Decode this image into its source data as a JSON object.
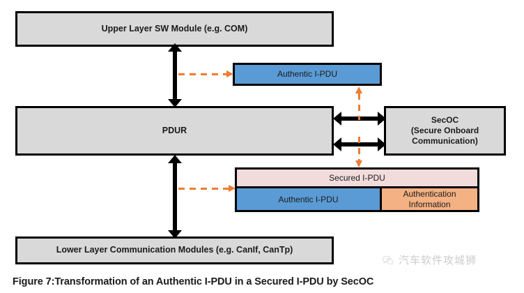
{
  "figure": {
    "caption": "Figure 7:Transformation of an Authentic I-PDU in a Secured I-PDU by SecOC",
    "watermark_text": "汽车软件攻城狮"
  },
  "colors": {
    "module_fill": "#d9d9d9",
    "authentic_blue": "#5b9bd5",
    "secured_pink": "#f2dcdb",
    "auth_info_orange": "#f4b183",
    "arrow_black": "#000000",
    "arrow_orange": "#ED7D31"
  },
  "modules": {
    "upper_layer": "Upper Layer SW Module (e.g. COM)",
    "pdur": "PDUR",
    "lower_layer": "Lower Layer Communication Modules (e.g. CanIf, CanTp)",
    "secoc": "SecOC\n(Secure Onboard\nCommunication)",
    "secoc_line1": "SecOC",
    "secoc_line2": "(Secure Onboard",
    "secoc_line3": "Communication)"
  },
  "pdus": {
    "authentic_top": "Authentic I-PDU",
    "secured_header": "Secured I-PDU",
    "secured_authentic": "Authentic I-PDU",
    "auth_info_line1": "Authentication",
    "auth_info_line2": "Information"
  },
  "arrows": {
    "upper_pdur": "bidirectional-vertical",
    "pdur_lower": "bidirectional-vertical",
    "pdur_secoc_top": "bidirectional-horizontal",
    "pdur_secoc_bottom": "bidirectional-horizontal",
    "upper_to_authentic": "dashed-right",
    "pdur_to_secured": "dashed-right",
    "authentic_to_secured": "dashed-vertical-both"
  }
}
